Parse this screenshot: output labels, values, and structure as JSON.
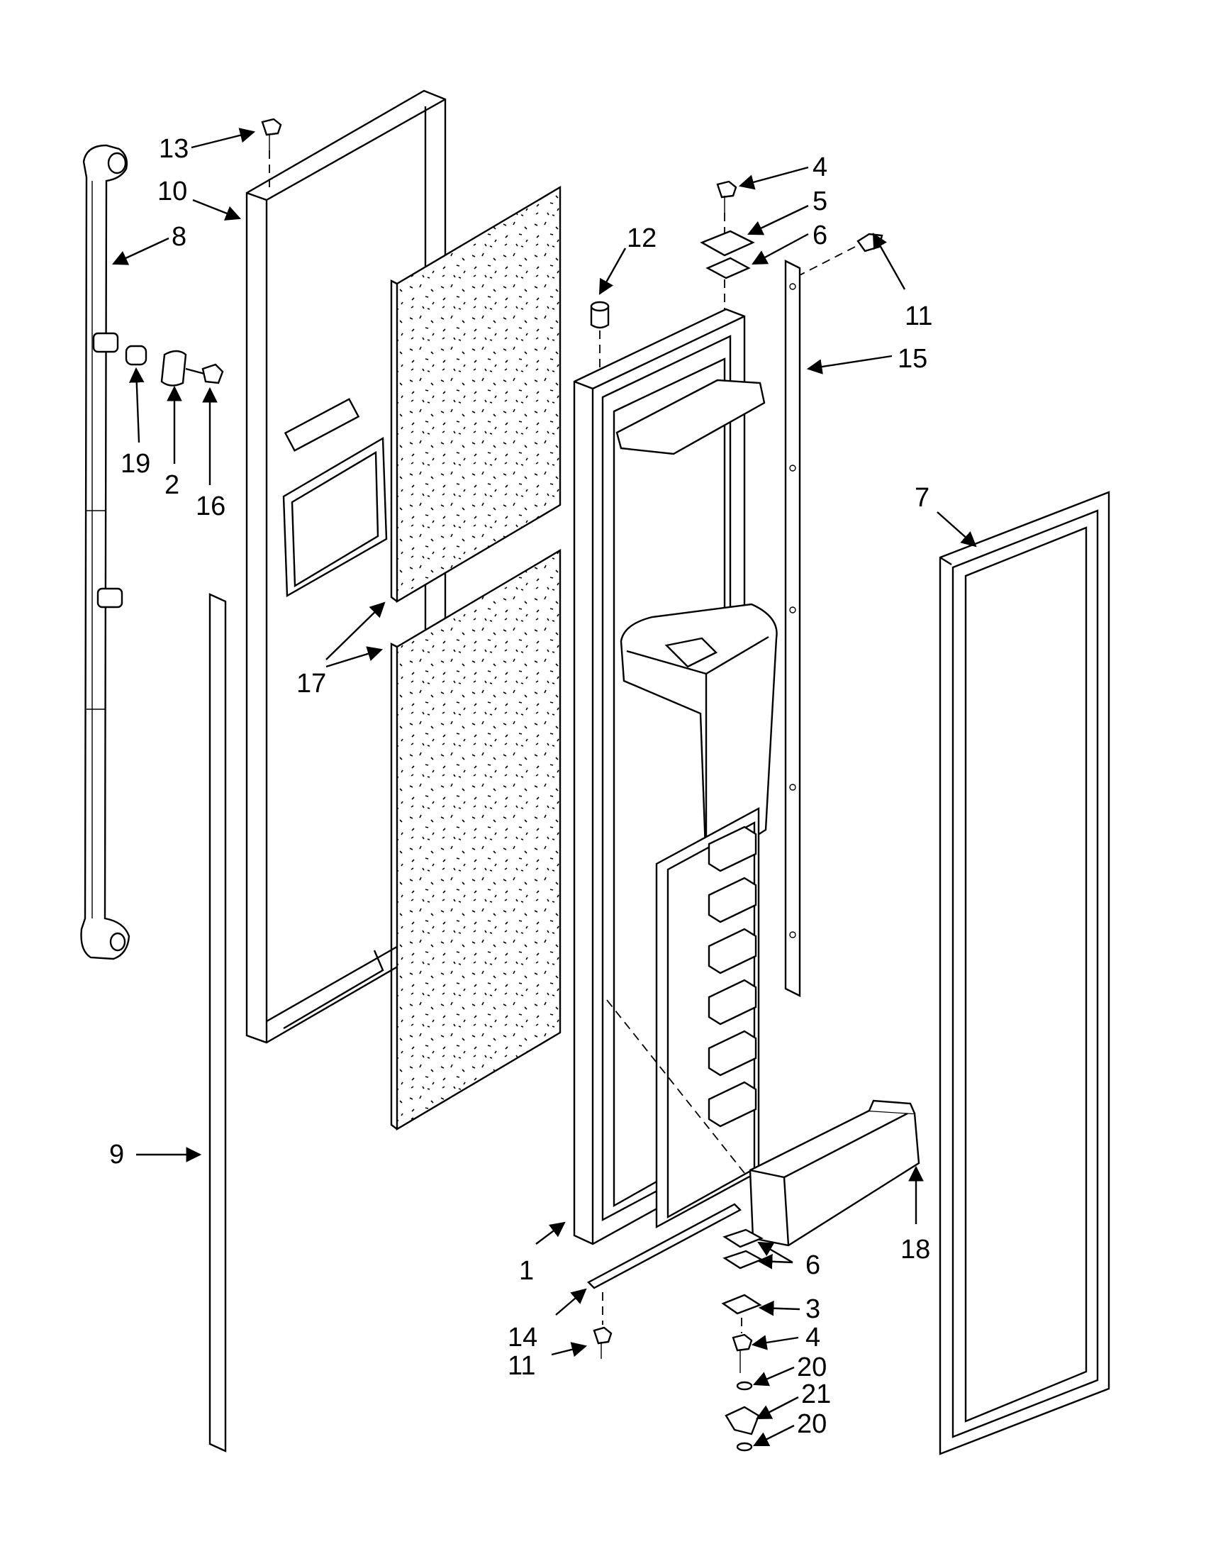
{
  "callouts": [
    {
      "id": "c13a",
      "text": "13"
    },
    {
      "id": "c10",
      "text": "10"
    },
    {
      "id": "c8",
      "text": "8"
    },
    {
      "id": "c19",
      "text": "19"
    },
    {
      "id": "c2",
      "text": "2"
    },
    {
      "id": "c16",
      "text": "16"
    },
    {
      "id": "c9",
      "text": "9"
    },
    {
      "id": "c17",
      "text": "17"
    },
    {
      "id": "c12",
      "text": "12"
    },
    {
      "id": "c4a",
      "text": "4"
    },
    {
      "id": "c5",
      "text": "5"
    },
    {
      "id": "c6a",
      "text": "6"
    },
    {
      "id": "c11a",
      "text": "11"
    },
    {
      "id": "c15",
      "text": "15"
    },
    {
      "id": "c7",
      "text": "7"
    },
    {
      "id": "c1",
      "text": "1"
    },
    {
      "id": "c14",
      "text": "14"
    },
    {
      "id": "c11b",
      "text": "11"
    },
    {
      "id": "c6b",
      "text": "6"
    },
    {
      "id": "c3",
      "text": "3"
    },
    {
      "id": "c4b",
      "text": "4"
    },
    {
      "id": "c20a",
      "text": "20"
    },
    {
      "id": "c21",
      "text": "21"
    },
    {
      "id": "c20b",
      "text": "20"
    },
    {
      "id": "c18",
      "text": "18"
    }
  ]
}
